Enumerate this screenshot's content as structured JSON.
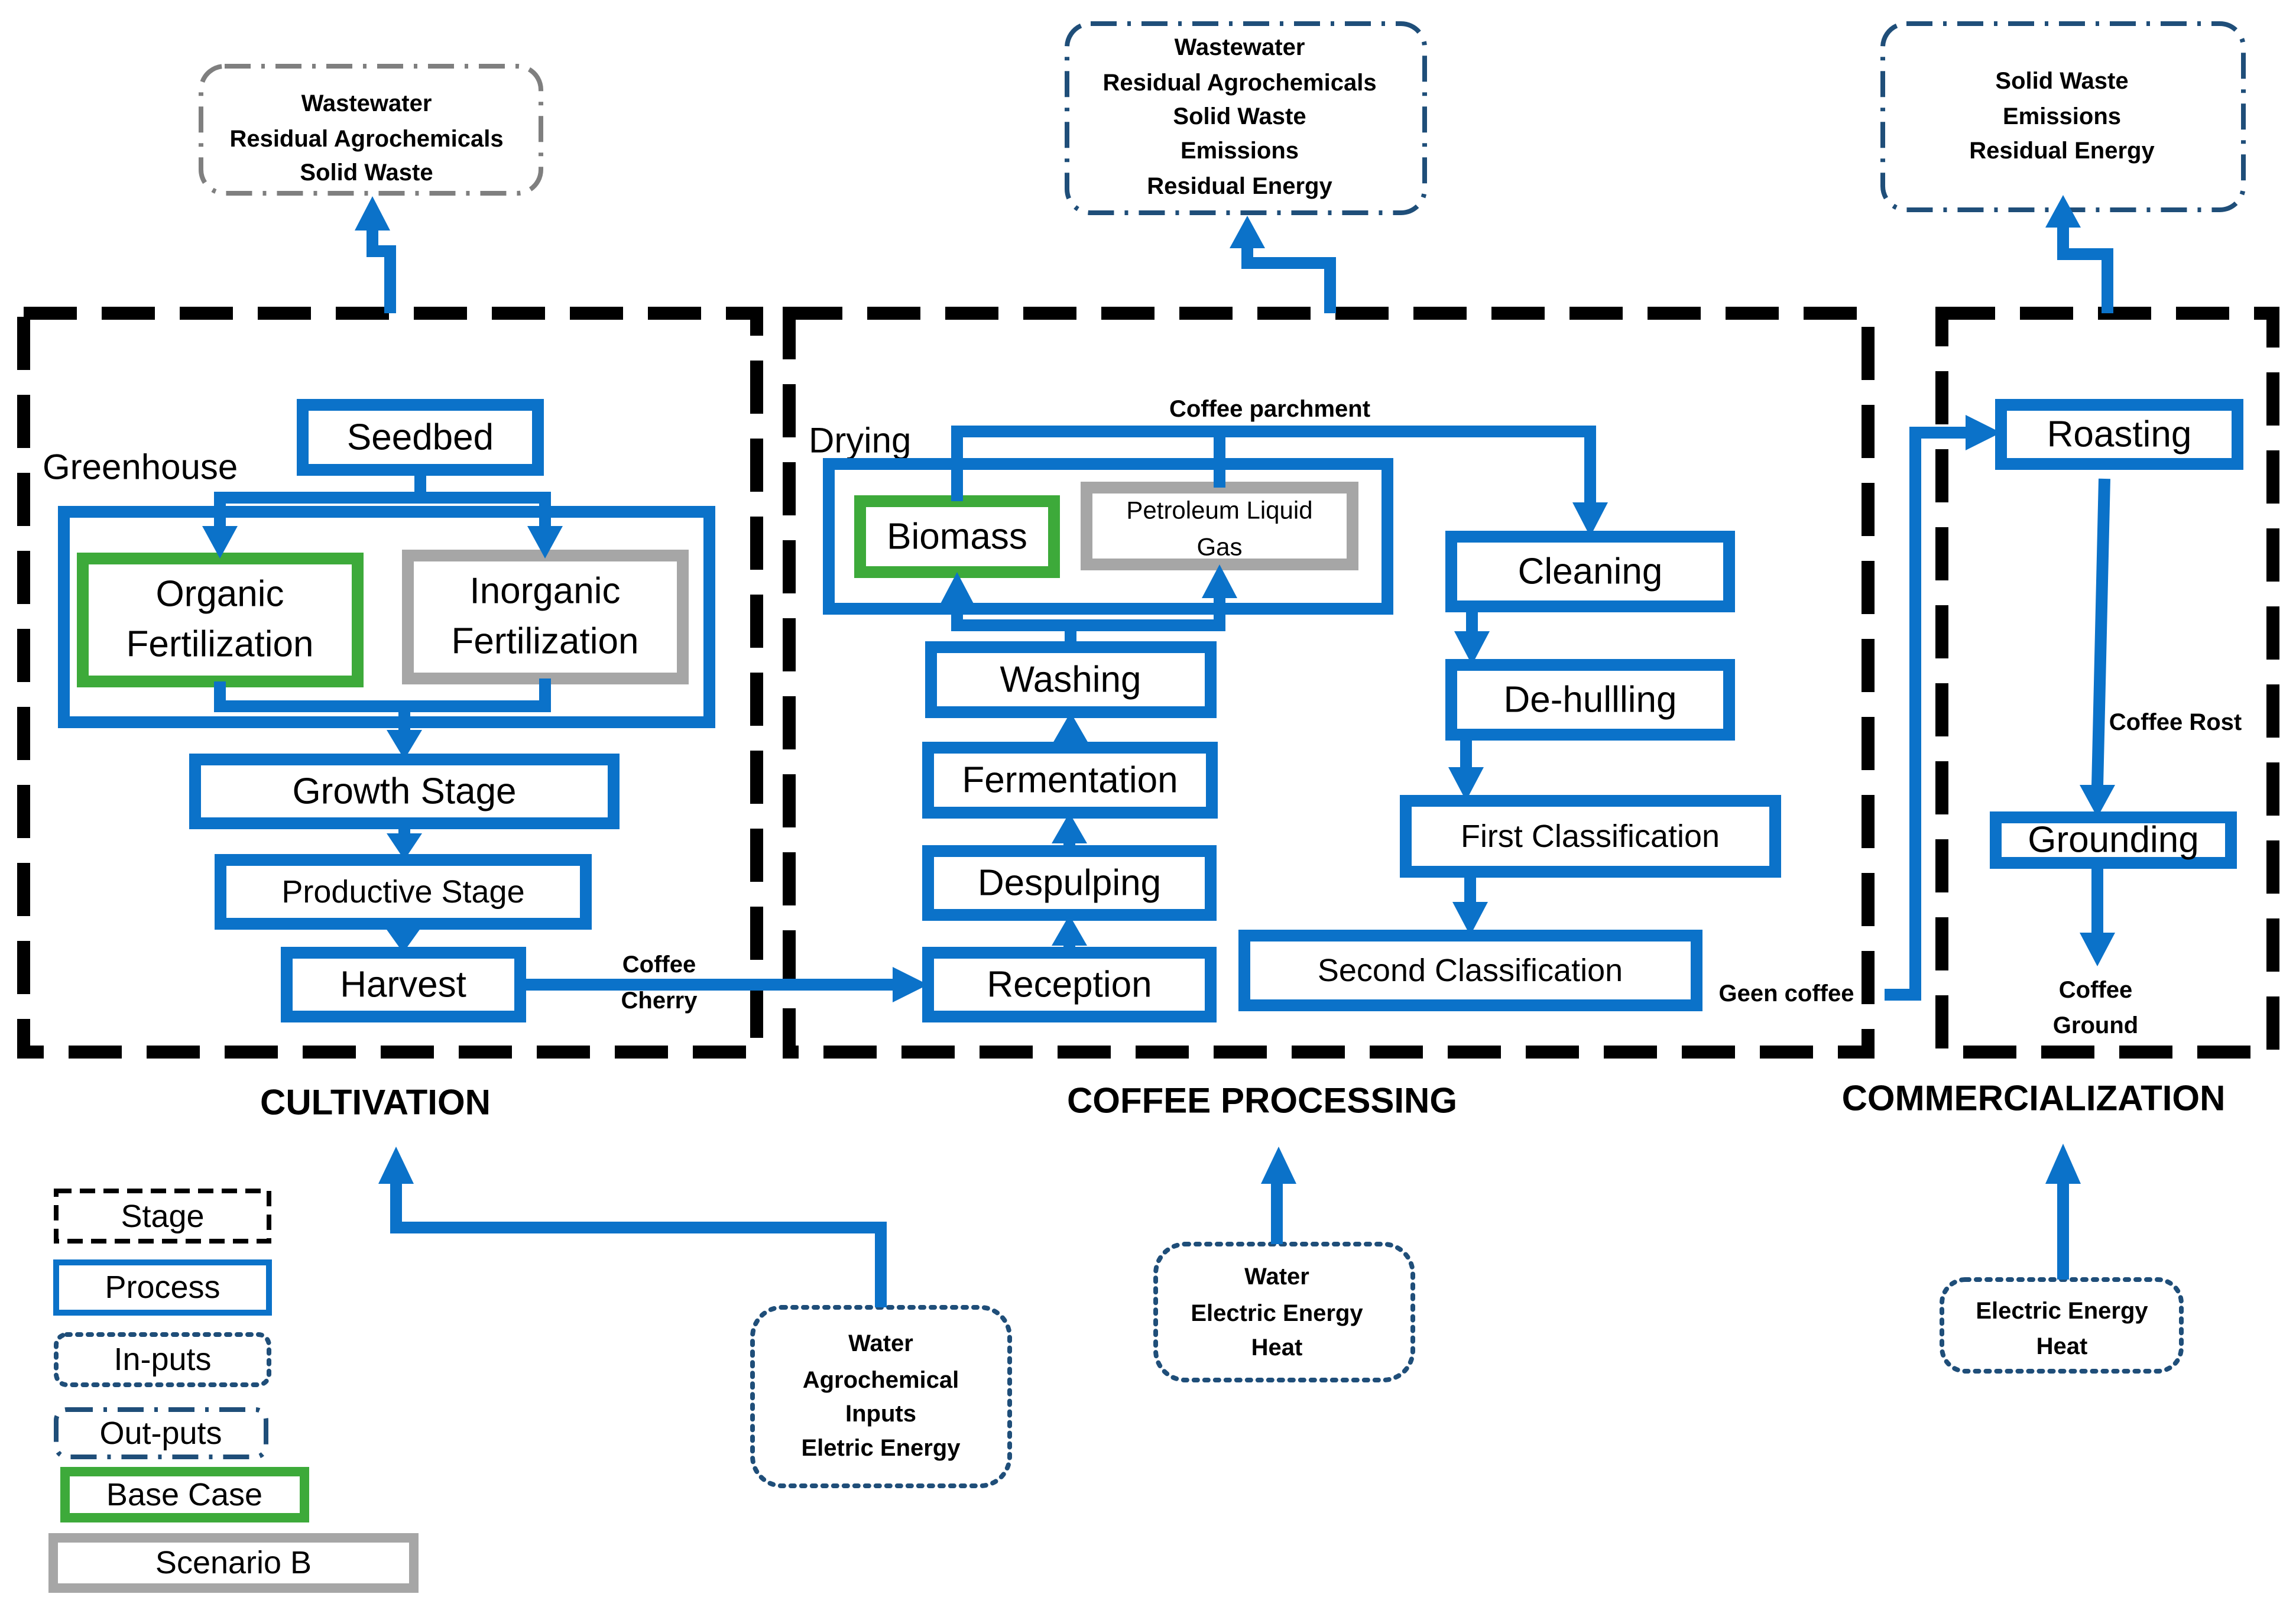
{
  "stages": {
    "cultivation": "CULTIVATION",
    "processing": "COFFEE PROCESSING",
    "commercialization": "COMMERCIALIZATION"
  },
  "groups": {
    "greenhouse": "Greenhouse",
    "drying": "Drying"
  },
  "processes": {
    "seedbed": "Seedbed",
    "organic_1": "Organic",
    "organic_2": "Fertilization",
    "inorganic_1": "Inorganic",
    "inorganic_2": "Fertilization",
    "growth": "Growth Stage",
    "productive": "Productive Stage",
    "harvest": "Harvest",
    "biomass": "Biomass",
    "lpg_1": "Petroleum Liquid",
    "lpg_2": "Gas",
    "washing": "Washing",
    "fermentation": "Fermentation",
    "despulping": "Despulping",
    "reception": "Reception",
    "cleaning": "Cleaning",
    "dehulling": "De-hullling",
    "first_class": "First Classification",
    "second_class": "Second Classification",
    "roasting": "Roasting",
    "grounding": "Grounding"
  },
  "flow_labels": {
    "coffee_cherry_1": "Coffee",
    "coffee_cherry_2": "Cherry",
    "coffee_parchment": "Coffee parchment",
    "geen_coffee": "Geen coffee",
    "coffee_rost": "Coffee Rost",
    "coffee_ground_1": "Coffee",
    "coffee_ground_2": "Ground"
  },
  "outputs": {
    "cultivation": [
      "Wastewater",
      "Residual Agrochemicals",
      "Solid Waste"
    ],
    "processing": [
      "Wastewater",
      "Residual Agrochemicals",
      "Solid Waste",
      "Emissions",
      "Residual Energy"
    ],
    "commercialization": [
      "Solid Waste",
      "Emissions",
      "Residual Energy"
    ]
  },
  "inputs": {
    "cultivation": [
      "Water",
      "Agrochemical",
      "Inputs",
      "Eletric Energy"
    ],
    "processing": [
      "Water",
      "Electric Energy",
      "Heat"
    ],
    "commercialization": [
      "Electric Energy",
      "Heat"
    ]
  },
  "legend": {
    "stage": "Stage",
    "process": "Process",
    "inputs": "In-puts",
    "outputs": "Out-puts",
    "base_case": "Base Case",
    "scenario_b": "Scenario B"
  },
  "colors": {
    "process_blue": "#0B72C9",
    "base_case_green": "#3DAA3A",
    "scenario_grey": "#A6A6A6",
    "io_navy": "#1F4E79"
  }
}
